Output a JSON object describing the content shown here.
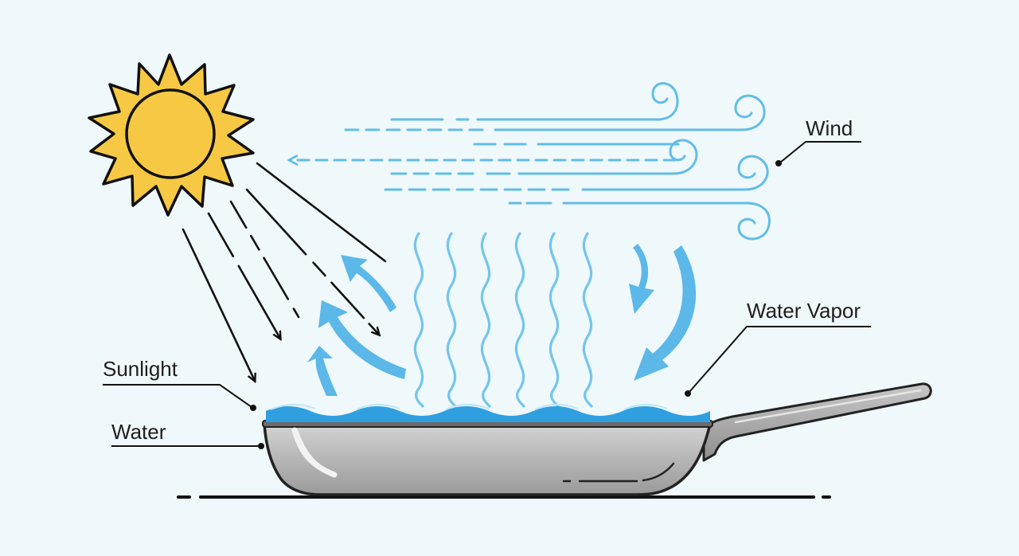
{
  "labels": {
    "sunlight": "Sunlight",
    "water": "Water",
    "water_vapor": "Water Vapor",
    "wind": "Wind"
  },
  "colors": {
    "background": "#eff8fb",
    "sun_fill": "#f7c843",
    "outline": "#111111",
    "wind_blue": "#63bde6",
    "vapor_blue": "#74c5ec",
    "water_blue": "#2f9fe0",
    "pan_gray": "#b5b5b5",
    "pan_highlight": "#ececec"
  },
  "icons": [
    "sun-icon",
    "wind-icon",
    "frying-pan-icon"
  ]
}
